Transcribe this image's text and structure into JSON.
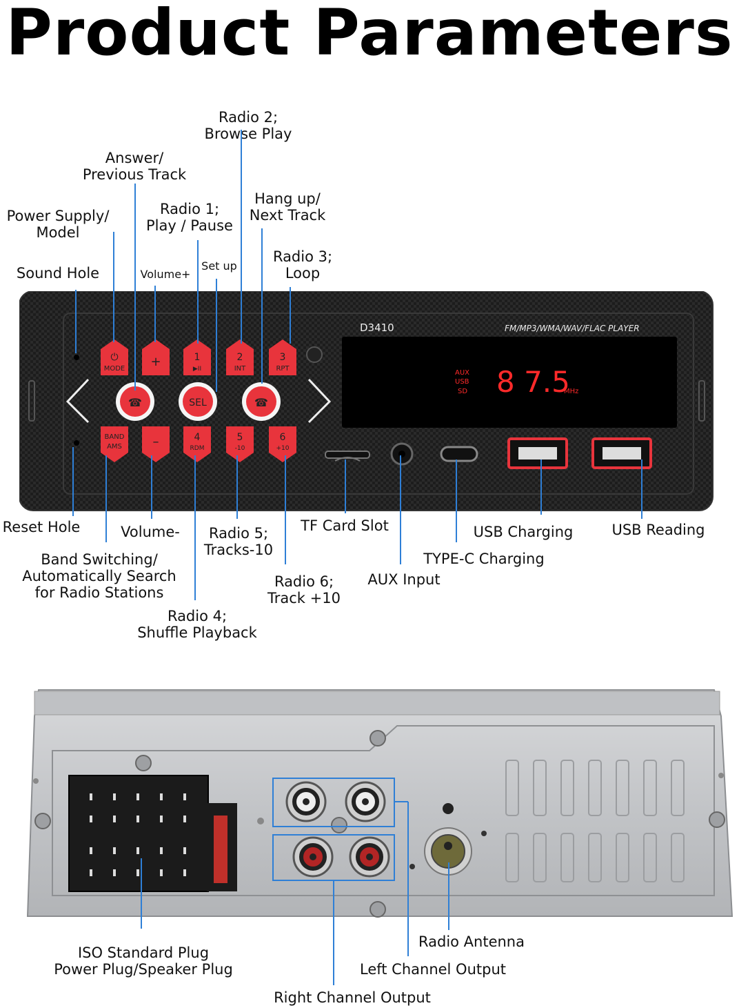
{
  "title": "Product Parameters",
  "front": {
    "model": "D3410",
    "player_text": "FM/MP3/WMA/WAV/FLAC  PLAYER",
    "display": {
      "sources": [
        "AUX",
        "USB",
        "SD"
      ],
      "frequency": "8 7.5",
      "unit": "MHz"
    },
    "buttons": {
      "mode_top": "⏻",
      "mode": "MODE",
      "vol_plus": "+",
      "b1": "1",
      "b1_sub": "▶II",
      "b2": "2",
      "b2_sub": "INT",
      "b3": "3",
      "b3_sub": "RPT",
      "band": "BAND",
      "ams": "AMS",
      "vol_minus": "–",
      "b4": "4",
      "b4_sub": "RDM",
      "b5": "5",
      "b5_sub": "-10",
      "b6": "6",
      "b6_sub": "+10",
      "sel": "SEL"
    },
    "labels": {
      "radio2": "Radio 2;\nBrowse Play",
      "answer": "Answer/\nPrevious Track",
      "power": "Power Supply/\nModel",
      "radio1": "Radio 1;\nPlay / Pause",
      "hangup": "Hang up/\nNext Track",
      "setup": "Set up",
      "volume_plus": "Volume+",
      "sound_hole": "Sound Hole",
      "radio3": "Radio 3;\nLoop",
      "reset_hole": "Reset Hole",
      "volume_minus": "Volume-",
      "radio5": "Radio 5;\nTracks-10",
      "tf_slot": "TF Card Slot",
      "usb_charging": "USB Charging",
      "usb_reading": "USB Reading",
      "band_switching": "Band Switching/\nAutomatically Search\nfor Radio Stations",
      "typec": "TYPE-C Charging",
      "radio6": "Radio 6;\nTrack +10",
      "aux_input": "AUX Input",
      "radio4": "Radio 4;\nShuffle Playback"
    }
  },
  "back": {
    "labels": {
      "iso_plug": "ISO Standard Plug\nPower Plug/Speaker Plug",
      "radio_antenna": "Radio Antenna",
      "left_output": "Left Channel Output",
      "right_output": "Right Channel Output"
    }
  },
  "colors": {
    "accent_line": "#2e7fd6",
    "button_red": "#e8343c",
    "display_red": "#ff2a2a",
    "usb_red": "#e8343c"
  }
}
